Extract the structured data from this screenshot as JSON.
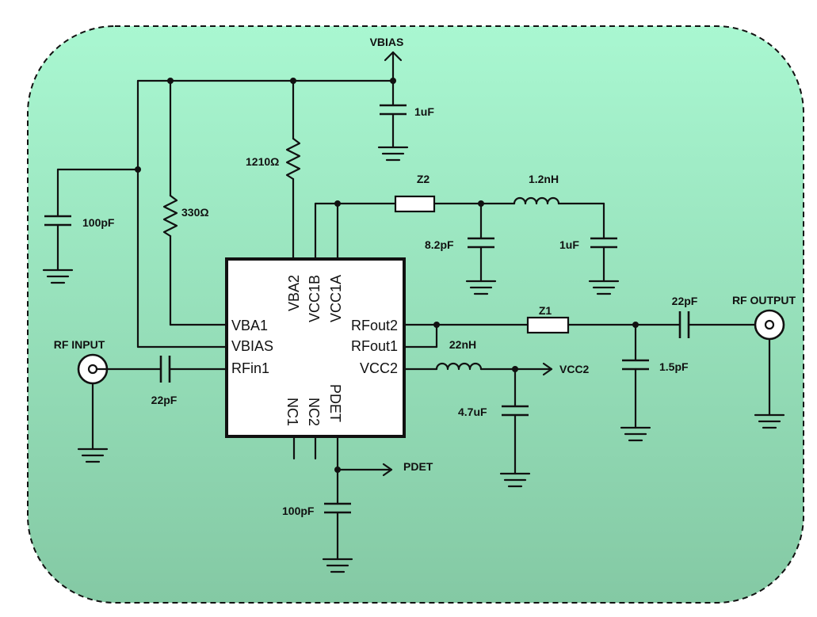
{
  "colors": {
    "background_top": "#a9f7d1",
    "background_bottom": "#84c9a4",
    "border": "#111111",
    "ic_fill": "#ffffff"
  },
  "nets": {
    "vbias": "VBIAS",
    "vcc2": "VCC2",
    "pdet": "PDET",
    "rf_input": "RF INPUT",
    "rf_output": "RF OUTPUT"
  },
  "components": {
    "c_vbias": "1uF",
    "c_left": "100pF",
    "r_330": "330Ω",
    "r_1210": "1210Ω",
    "z2": "Z2",
    "l_12": "1.2nH",
    "c_82": "8.2pF",
    "c_1u_right": "1uF",
    "c_in": "22pF",
    "z1": "Z1",
    "c_out": "22pF",
    "c_15": "1.5pF",
    "l_22": "22nH",
    "c_47": "4.7uF",
    "c_pdet": "100pF"
  },
  "ic_pins": {
    "vba1": "VBA1",
    "vbias": "VBIAS",
    "rfin1": "RFin1",
    "rfout2": "RFout2",
    "rfout1": "RFout1",
    "vcc2": "VCC2",
    "vba2": "VBA2",
    "vcc1b": "VCC1B",
    "vcc1a": "VCC1A",
    "nc1": "NC1",
    "nc2": "NC2",
    "pdet": "PDET"
  }
}
